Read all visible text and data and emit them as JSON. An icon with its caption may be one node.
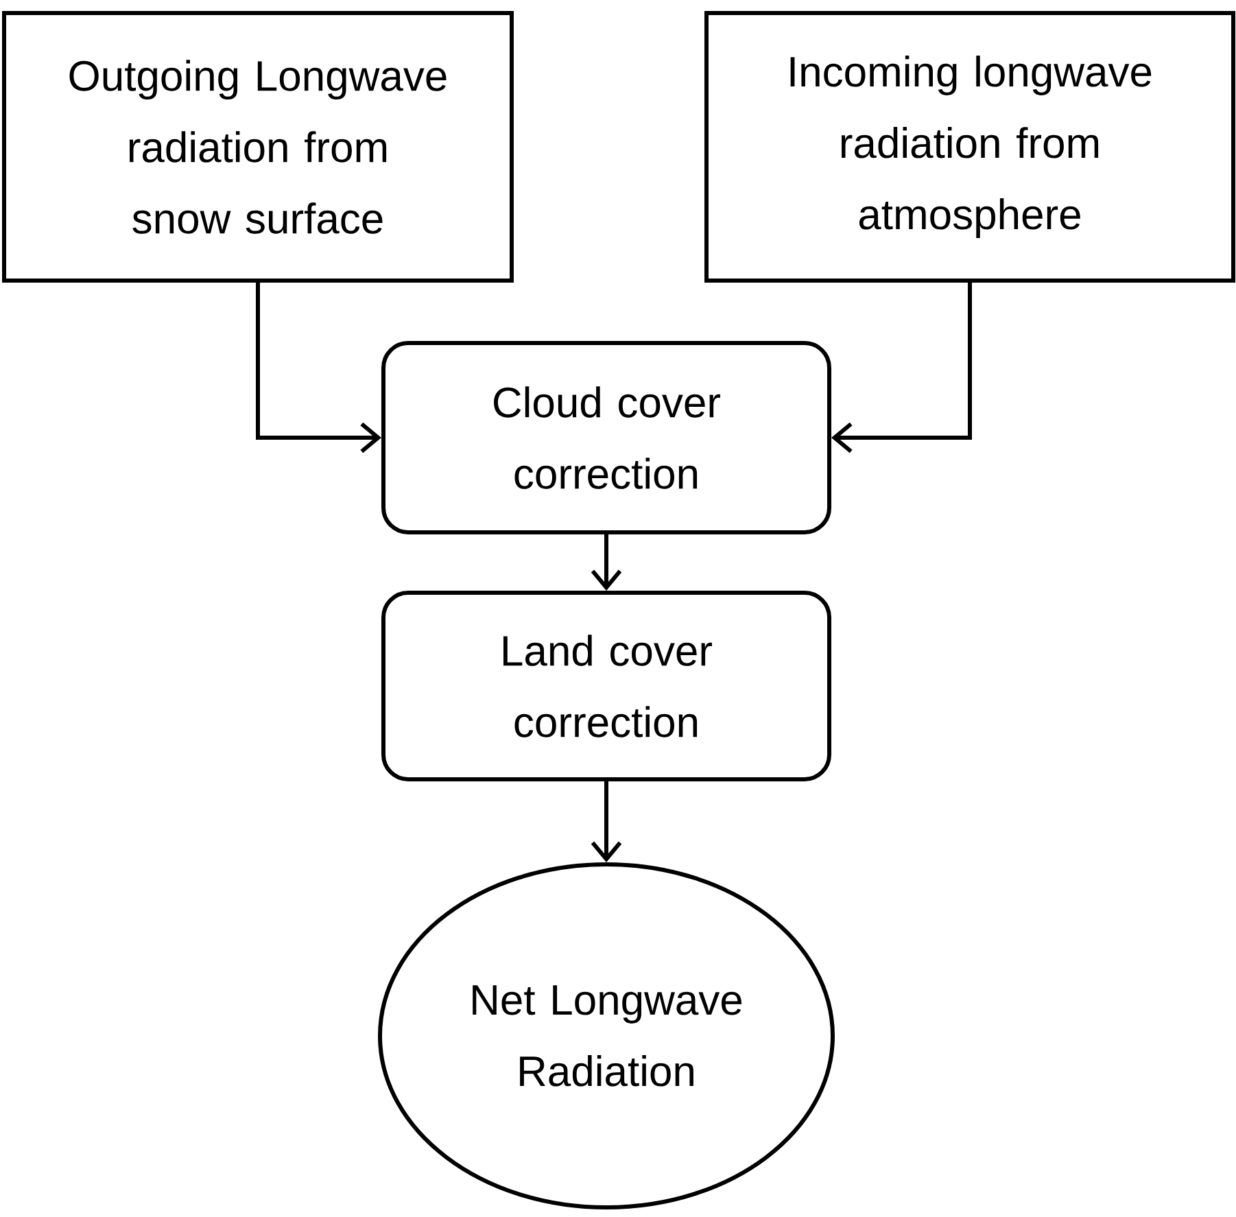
{
  "diagram": {
    "nodes": [
      {
        "text": [
          "Outgoing Longwave radiation from snow surface"
        ]
      },
      {
        "text": [
          "Incoming longwave radiation from atmosphere"
        ]
      },
      {
        "text": [
          "Cloud cover correction"
        ]
      },
      {
        "text": [
          "Land cover correction"
        ]
      },
      {
        "text": [
          "Net Longwave Radiation"
        ]
      }
    ],
    "edges": [
      {
        "from": 0,
        "to": 2,
        "arrow": "to"
      },
      {
        "from": 1,
        "to": 2,
        "arrow": "to"
      },
      {
        "from": 2,
        "to": 3,
        "arrow": "to"
      },
      {
        "from": 3,
        "to": 4,
        "arrow": "to"
      }
    ]
  }
}
